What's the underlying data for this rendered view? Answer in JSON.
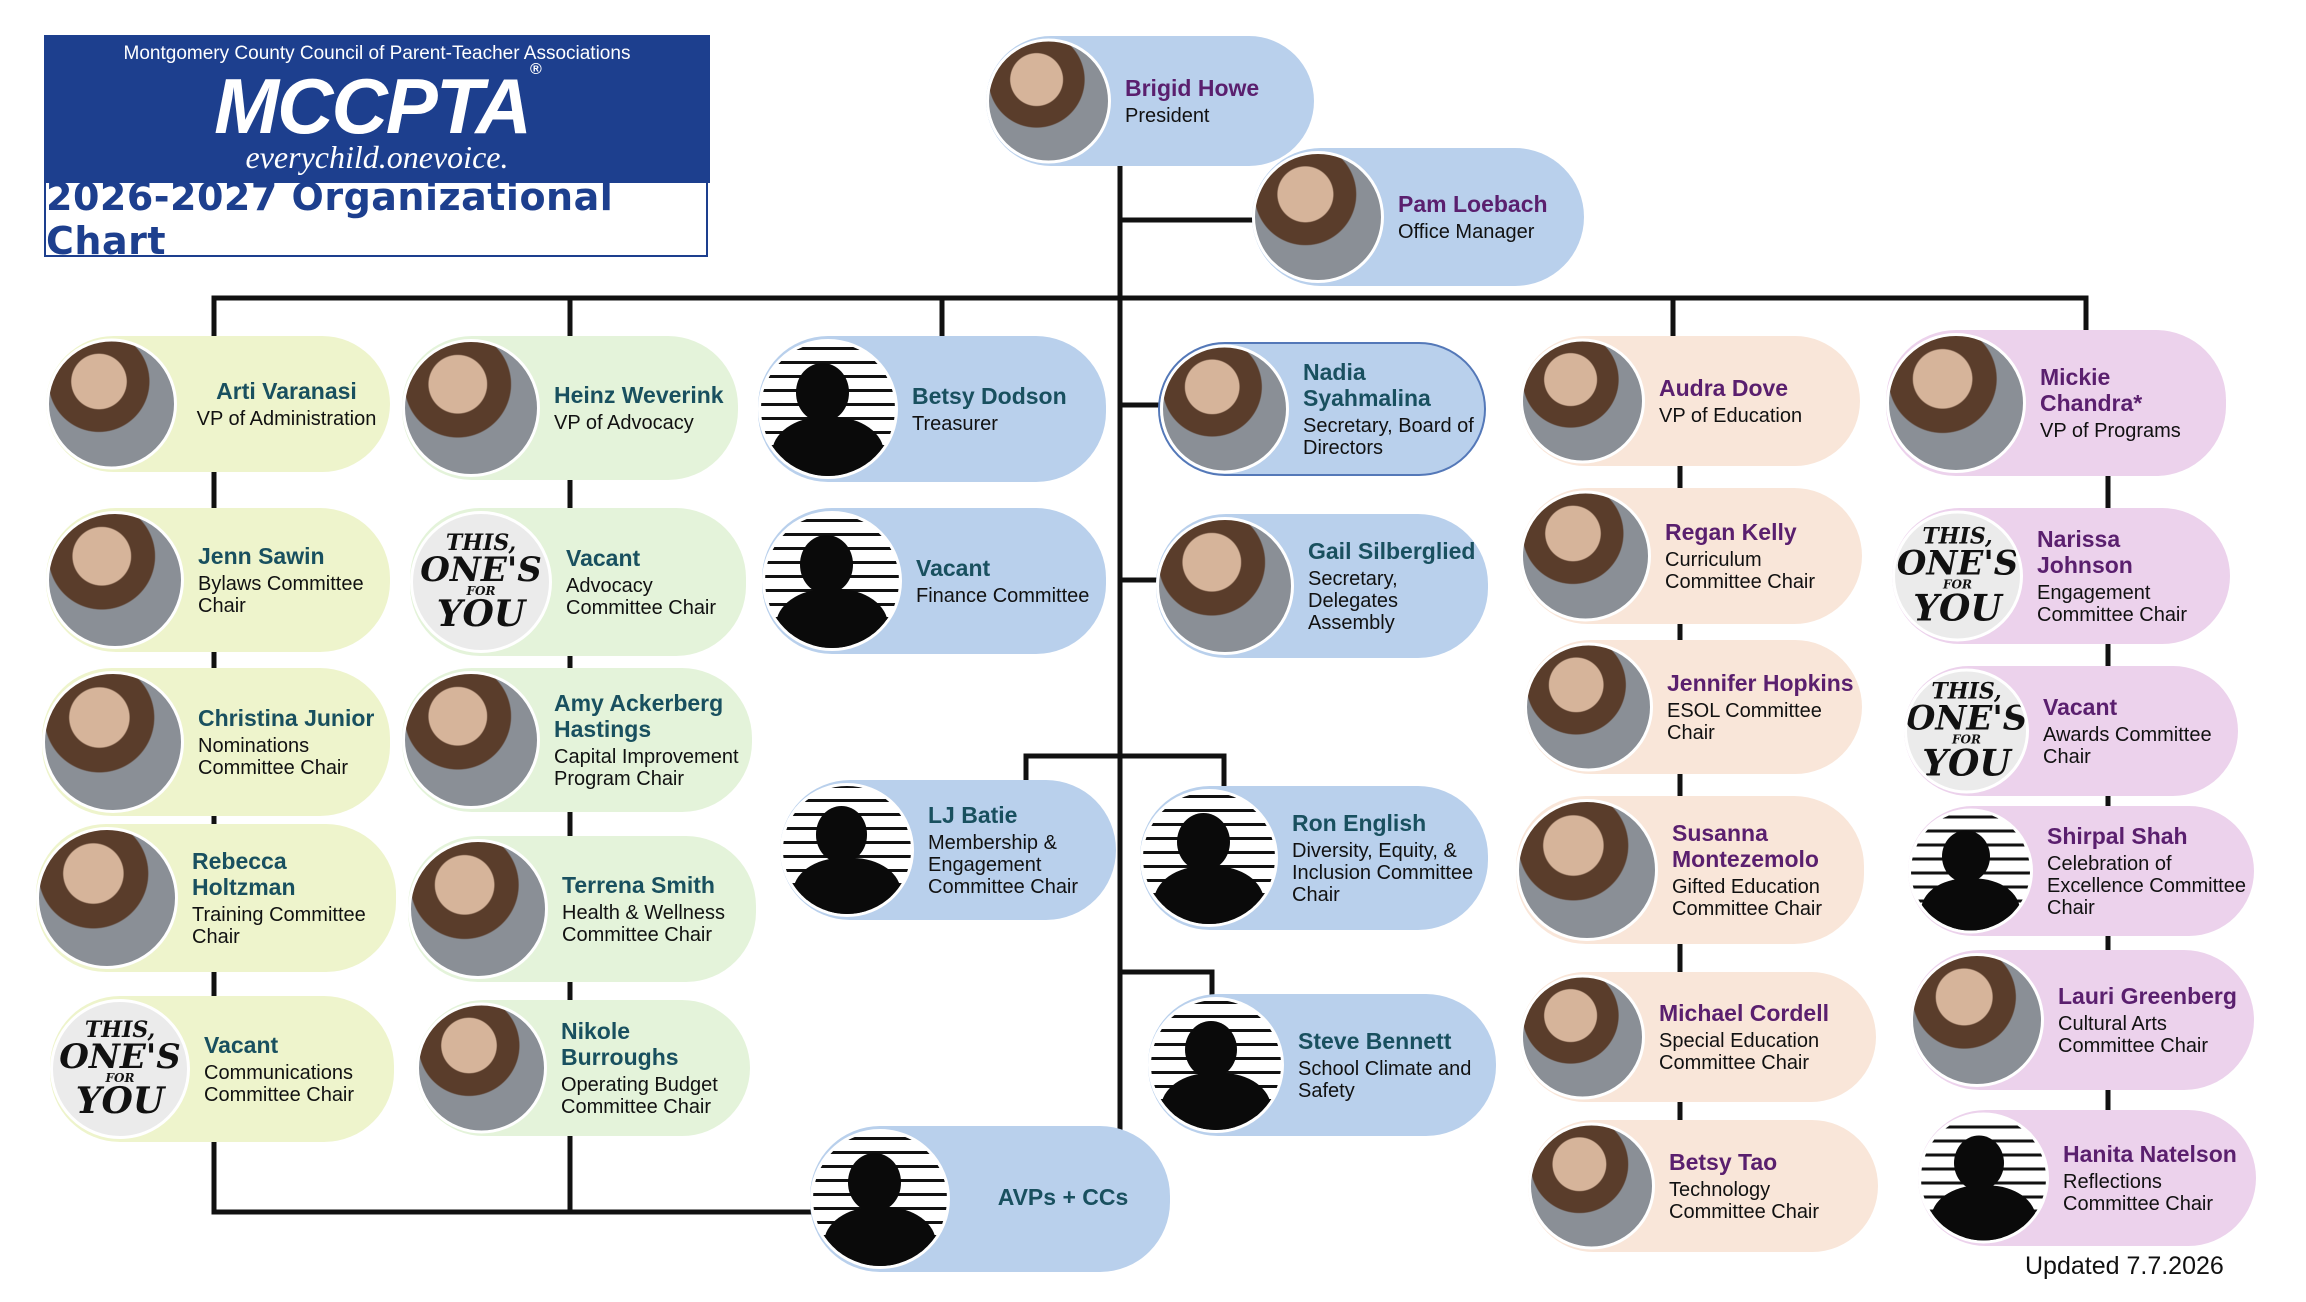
{
  "header": {
    "org_full_name": "Montgomery County Council of Parent-Teacher Associations",
    "logo_text": "MCCPTA",
    "logo_mark": "®",
    "tagline": "everychild.onevoice.",
    "title": "2026-2027 Organizational Chart"
  },
  "members": {
    "president": {
      "name": "Brigid Howe",
      "role": "President"
    },
    "office_manager": {
      "name": "Pam Loebach",
      "role": "Office Manager"
    },
    "vp_admin": {
      "name": "Arti Varanasi",
      "role": "VP of Administration"
    },
    "vp_advocacy": {
      "name": "Heinz Weverink",
      "role": "VP of Advocacy"
    },
    "treasurer": {
      "name": "Betsy Dodson",
      "role": "Treasurer"
    },
    "secretary_board": {
      "name": "Nadia Syahmalina",
      "role": "Secretary, Board of Directors"
    },
    "vp_education": {
      "name": "Audra Dove",
      "role": "VP of Education"
    },
    "vp_programs": {
      "name": "Mickie Chandra*",
      "role": "VP of Programs"
    },
    "bylaws": {
      "name": "Jenn Sawin",
      "role": "Bylaws Committee Chair"
    },
    "advocacy_chair": {
      "name": "Vacant",
      "role": "Advocacy Committee Chair"
    },
    "finance": {
      "name": "Vacant",
      "role": "Finance Committee"
    },
    "secretary_delegates": {
      "name": "Gail Silberglied",
      "role": "Secretary, Delegates Assembly"
    },
    "curriculum": {
      "name": "Regan Kelly",
      "role": "Curriculum Committee Chair"
    },
    "engagement": {
      "name": "Narissa Johnson",
      "role": "Engagement Committee Chair"
    },
    "nominations": {
      "name": "Christina Junior",
      "role": "Nominations Committee Chair"
    },
    "capital": {
      "name": "Amy Ackerberg Hastings",
      "role": "Capital Improvement Program Chair"
    },
    "esol": {
      "name": "Jennifer Hopkins",
      "role": "ESOL Committee Chair"
    },
    "awards": {
      "name": "Vacant",
      "role": "Awards Committee Chair"
    },
    "membership": {
      "name": "LJ Batie",
      "role": "Membership & Engagement Committee Chair"
    },
    "dei": {
      "name": "Ron English",
      "role": "Diversity, Equity, & Inclusion Committee Chair"
    },
    "training": {
      "name": "Rebecca Holtzman",
      "role": "Training Committee Chair"
    },
    "health": {
      "name": "Terrena Smith",
      "role": "Health & Wellness Committee Chair"
    },
    "gifted": {
      "name": "Susanna Montezemolo",
      "role": "Gifted Education Committee Chair"
    },
    "excellence": {
      "name": "Shirpal Shah",
      "role": "Celebration of Excellence Committee Chair"
    },
    "cultural_arts": {
      "name": "Lauri Greenberg",
      "role": "Cultural Arts Committee Chair"
    },
    "special_ed": {
      "name": "Michael Cordell",
      "role": "Special Education Committee Chair"
    },
    "climate": {
      "name": "Steve Bennett",
      "role": "School Climate and Safety"
    },
    "communications": {
      "name": "Vacant",
      "role": "Communications Committee Chair"
    },
    "budget": {
      "name": "Nikole Burroughs",
      "role": "Operating Budget Committee Chair"
    },
    "technology": {
      "name": "Betsy Tao",
      "role": "Technology Committee Chair"
    },
    "reflections": {
      "name": "Hanita Natelson",
      "role": "Reflections Committee Chair"
    },
    "avps": {
      "name": "AVPs + CCs",
      "role": ""
    }
  },
  "placeholder_badge": {
    "line1": "THIS,",
    "line2": "ONE'S",
    "line3": "FOR",
    "line4": "YOU"
  },
  "footer": {
    "updated": "Updated 7.7.2026"
  },
  "colors": {
    "navy": "#1d3f8e",
    "administration": "#eef4cc",
    "advocacy": "#e4f3da",
    "officers": "#b9d0ec",
    "education": "#f9e6d9",
    "programs": "#ecd2ec",
    "name_purple": "#5a1f6e",
    "name_teal": "#19505f"
  }
}
